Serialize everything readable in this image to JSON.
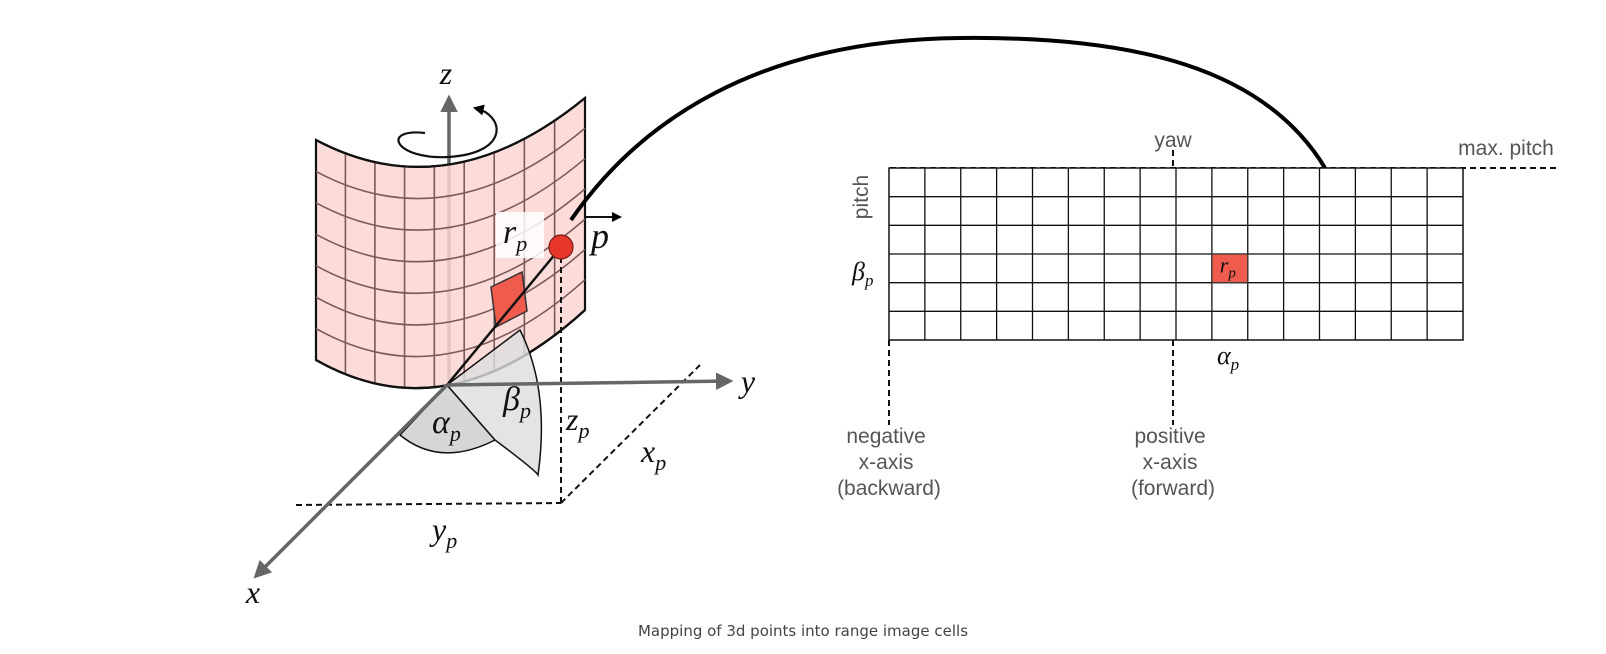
{
  "left_figure": {
    "axes": {
      "x": "x",
      "y": "y",
      "z": "z"
    },
    "point_label": "p",
    "range_label": {
      "main": "r",
      "sub": "p"
    },
    "alpha_label": {
      "main": "α",
      "sub": "p"
    },
    "beta_label": {
      "main": "β",
      "sub": "p"
    },
    "coord_labels": {
      "x": {
        "main": "x",
        "sub": "p"
      },
      "y": {
        "main": "y",
        "sub": "p"
      },
      "z": {
        "main": "z",
        "sub": "p"
      }
    }
  },
  "range_image": {
    "columns": 16,
    "rows": 6,
    "highlighted_cell": {
      "column": 9,
      "row": 3,
      "label_main": "r",
      "label_sub": "p"
    },
    "top_label_center": "yaw",
    "top_label_right": "max. pitch",
    "side_label": "pitch",
    "row_marker": {
      "main": "β",
      "sub": "p"
    },
    "col_marker": {
      "main": "α",
      "sub": "p"
    },
    "negative_axis_label": [
      "negative",
      "x-axis",
      "(backward)"
    ],
    "positive_axis_label": [
      "positive",
      "x-axis",
      "(forward)"
    ]
  },
  "colors": {
    "surface_fill": "#fbd6d2",
    "surface_grid": "#7a5a5a",
    "highlight": "#ef5b4c",
    "point": "#e8362c",
    "axis": "#666666",
    "wedge": "#d9d9d9"
  },
  "caption": "Mapping of 3d points into range image cells"
}
